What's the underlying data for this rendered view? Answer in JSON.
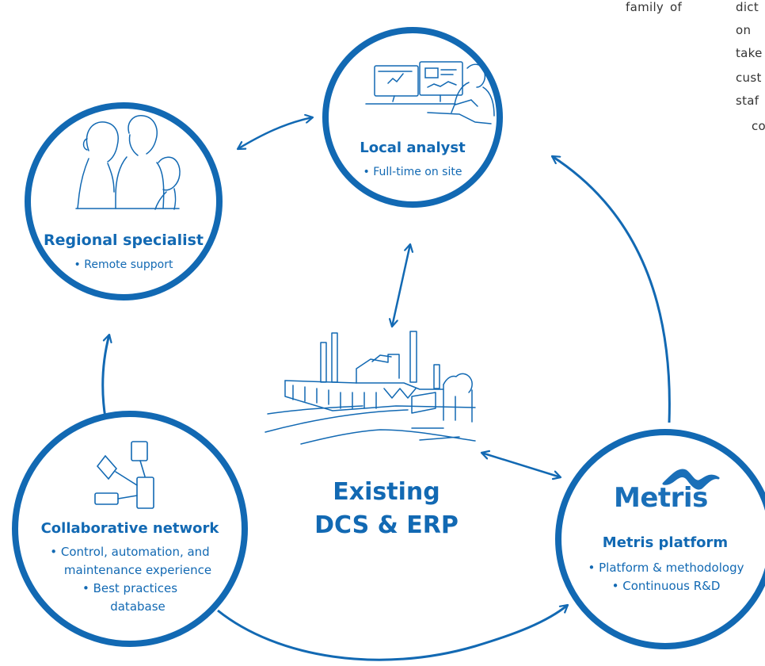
{
  "background_text": {
    "line1_a": "family",
    "line1_b": "of",
    "col2": [
      "dict",
      "on",
      "take",
      "cust",
      "staf",
      "co"
    ]
  },
  "colors": {
    "primary": "#1269b3"
  },
  "nodes": {
    "local_analyst": {
      "title": "Local analyst",
      "bullets": [
        "• Full-time on site"
      ],
      "icon": "analyst-at-monitors-icon"
    },
    "regional_specialist": {
      "title": "Regional specialist",
      "bullets": [
        "• Remote support"
      ],
      "icon": "specialists-group-icon"
    },
    "collaborative_network": {
      "title": "Collaborative network",
      "bullets": [
        "• Control, automation, and",
        "maintenance experience",
        "• Best practices",
        "database"
      ],
      "icon": "network-nodes-icon"
    },
    "metris_platform": {
      "logo": "Metris",
      "title": "Metris platform",
      "bullets": [
        "• Platform & methodology",
        "• Continuous R&D"
      ],
      "icon": "metris-wave-logo"
    },
    "center": {
      "lines": [
        "Existing",
        "DCS & ERP"
      ],
      "icon": "industrial-plant-icon"
    }
  }
}
